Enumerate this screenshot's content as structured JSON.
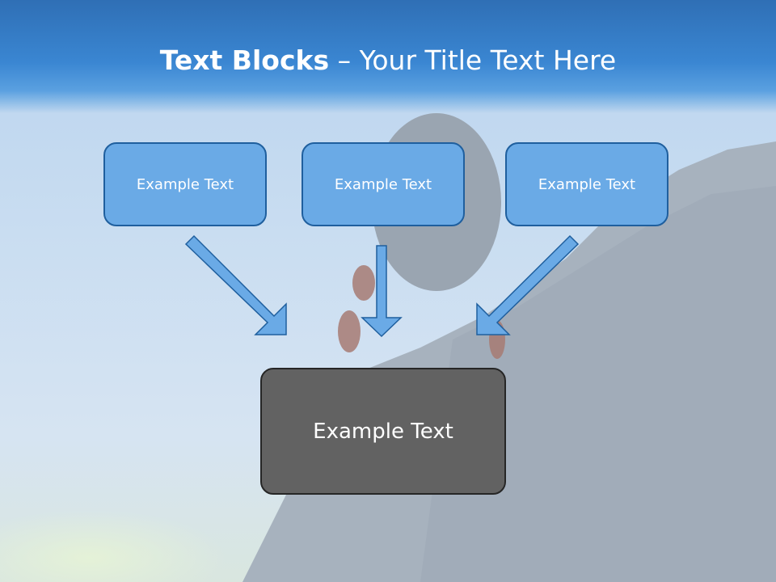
{
  "slide": {
    "title_bold": "Text Blocks",
    "title_dash": " – ",
    "title_rest": "Your Title Text Here"
  },
  "blocks": [
    {
      "label": "Example Text"
    },
    {
      "label": "Example Text"
    },
    {
      "label": "Example Text"
    }
  ],
  "main_block": {
    "label": "Example Text"
  },
  "colors": {
    "header": "#3a86d2",
    "block_fill": "#6aaae6",
    "block_border": "#1f5f9e",
    "main_fill": "#626262",
    "arrow_fill": "#6aaae6"
  }
}
